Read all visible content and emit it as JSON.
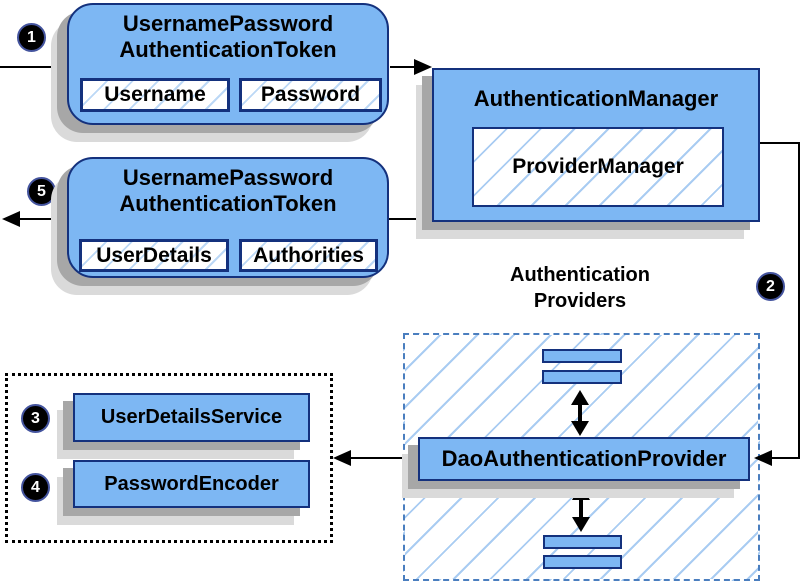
{
  "token_request": {
    "title_line1": "UsernamePassword",
    "title_line2": "AuthenticationToken",
    "fields": [
      "Username",
      "Password"
    ]
  },
  "auth_manager": {
    "title": "AuthenticationManager",
    "inner": "ProviderManager"
  },
  "token_response": {
    "title_line1": "UsernamePassword",
    "title_line2": "AuthenticationToken",
    "fields": [
      "UserDetails",
      "Authorities"
    ]
  },
  "providers_group": {
    "label_line1": "Authentication",
    "label_line2": "Providers",
    "provider": "DaoAuthenticationProvider"
  },
  "services_group": {
    "items": [
      "UserDetailsService",
      "PasswordEncoder"
    ]
  },
  "steps": [
    "1",
    "2",
    "3",
    "4",
    "5"
  ],
  "colors": {
    "box_fill": "#7db7f3",
    "box_border": "#14317d",
    "hatch_line": "#a9ccf2",
    "providers_dashed_border": "#4a7ebf",
    "services_dotted_border": "#000000",
    "shadow_dark": "#a7a7a7",
    "shadow_light": "#dadada",
    "connector": "#000000"
  }
}
